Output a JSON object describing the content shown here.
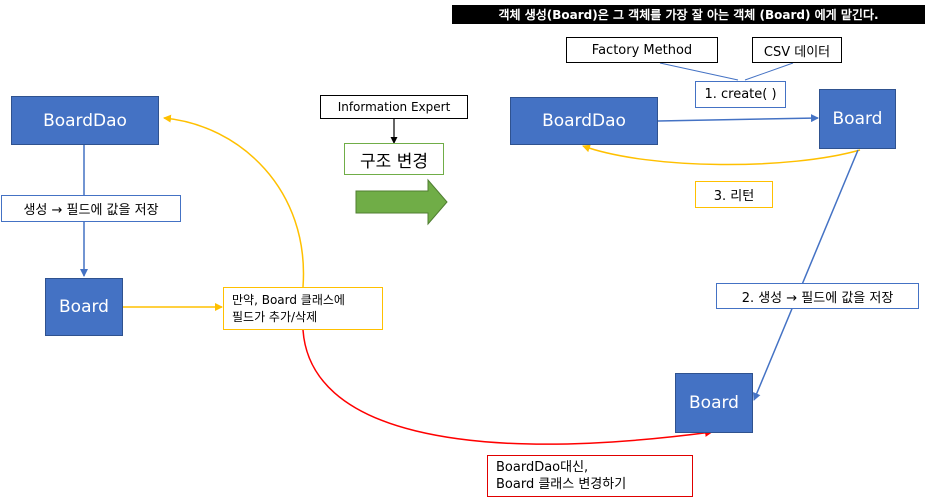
{
  "banner": "객체 생성(Board)은 그 객체를 가장 잘 아는 객체 (Board) 에게 맡긴다.",
  "left": {
    "boarddao": "BoardDao",
    "create_label": "생성 → 필드에 값을 저장",
    "board": "Board",
    "change_note_line1": "만약, Board 클래스에",
    "change_note_line2": "필드가 추가/삭제"
  },
  "middle": {
    "expert_label": "Information Expert",
    "restructure_label": "구조 변경"
  },
  "right": {
    "factory_label": "Factory Method",
    "csv_label": "CSV 데이터",
    "create_call": "1. create(  )",
    "boarddao": "BoardDao",
    "board_top": "Board",
    "return_label": "3. 리턴",
    "store_label": "2. 생성 → 필드에 값을 저장",
    "board_bottom": "Board"
  },
  "bottom": {
    "note_line1": "BoardDao대신,",
    "note_line2": "Board 클래스 변경하기"
  },
  "colors": {
    "node_fill": "#4472c4",
    "yellow_connector": "#ffc000",
    "red_connector": "#ff0000",
    "green_arrow": "#70ad47"
  }
}
